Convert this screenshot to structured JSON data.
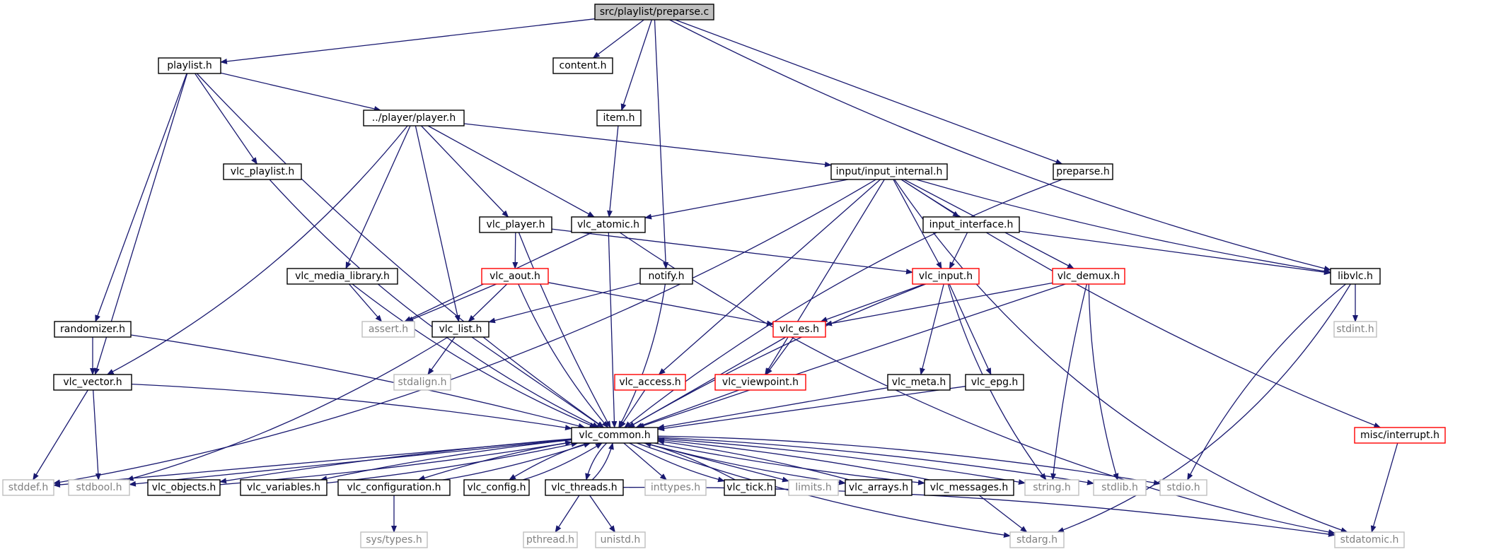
{
  "graph": {
    "colors": {
      "root_fill": "#bfbfbf",
      "normal_stroke": "#000000",
      "warning_stroke": "#ff0000",
      "system_stroke": "#bfbfbf",
      "system_text": "#808080",
      "edge": "#191970"
    },
    "nodes": [
      {
        "id": "root",
        "label": "src/playlist/preparse.c",
        "kind": "root"
      },
      {
        "id": "playlist_h",
        "label": "playlist.h",
        "kind": "normal"
      },
      {
        "id": "content_h",
        "label": "content.h",
        "kind": "normal"
      },
      {
        "id": "item_h",
        "label": "item.h",
        "kind": "normal"
      },
      {
        "id": "player_h",
        "label": "../player/player.h",
        "kind": "normal"
      },
      {
        "id": "vlc_playlist_h",
        "label": "vlc_playlist.h",
        "kind": "normal"
      },
      {
        "id": "input_internal_h",
        "label": "input/input_internal.h",
        "kind": "normal"
      },
      {
        "id": "preparse_h",
        "label": "preparse.h",
        "kind": "normal"
      },
      {
        "id": "vlc_player_h",
        "label": "vlc_player.h",
        "kind": "normal"
      },
      {
        "id": "vlc_atomic_h",
        "label": "vlc_atomic.h",
        "kind": "normal"
      },
      {
        "id": "input_interface_h",
        "label": "input_interface.h",
        "kind": "normal"
      },
      {
        "id": "libvlc_h",
        "label": "libvlc.h",
        "kind": "normal"
      },
      {
        "id": "vlc_media_library_h",
        "label": "vlc_media_library.h",
        "kind": "normal"
      },
      {
        "id": "vlc_aout_h",
        "label": "vlc_aout.h",
        "kind": "warning"
      },
      {
        "id": "notify_h",
        "label": "notify.h",
        "kind": "normal"
      },
      {
        "id": "vlc_input_h",
        "label": "vlc_input.h",
        "kind": "warning"
      },
      {
        "id": "vlc_demux_h",
        "label": "vlc_demux.h",
        "kind": "warning"
      },
      {
        "id": "randomizer_h",
        "label": "randomizer.h",
        "kind": "normal"
      },
      {
        "id": "assert_h",
        "label": "assert.h",
        "kind": "system"
      },
      {
        "id": "vlc_list_h",
        "label": "vlc_list.h",
        "kind": "normal"
      },
      {
        "id": "vlc_es_h",
        "label": "vlc_es.h",
        "kind": "warning"
      },
      {
        "id": "stdint_h",
        "label": "stdint.h",
        "kind": "system"
      },
      {
        "id": "vlc_vector_h",
        "label": "vlc_vector.h",
        "kind": "normal"
      },
      {
        "id": "stdalign_h",
        "label": "stdalign.h",
        "kind": "system"
      },
      {
        "id": "vlc_access_h",
        "label": "vlc_access.h",
        "kind": "warning"
      },
      {
        "id": "vlc_viewpoint_h",
        "label": "vlc_viewpoint.h",
        "kind": "warning"
      },
      {
        "id": "vlc_meta_h",
        "label": "vlc_meta.h",
        "kind": "normal"
      },
      {
        "id": "vlc_epg_h",
        "label": "vlc_epg.h",
        "kind": "normal"
      },
      {
        "id": "vlc_common_h",
        "label": "vlc_common.h",
        "kind": "normal"
      },
      {
        "id": "misc_interrupt_h",
        "label": "misc/interrupt.h",
        "kind": "warning"
      },
      {
        "id": "stddef_h",
        "label": "stddef.h",
        "kind": "system"
      },
      {
        "id": "stdbool_h",
        "label": "stdbool.h",
        "kind": "system"
      },
      {
        "id": "vlc_objects_h",
        "label": "vlc_objects.h",
        "kind": "normal"
      },
      {
        "id": "vlc_variables_h",
        "label": "vlc_variables.h",
        "kind": "normal"
      },
      {
        "id": "vlc_configuration_h",
        "label": "vlc_configuration.h",
        "kind": "normal"
      },
      {
        "id": "vlc_config_h",
        "label": "vlc_config.h",
        "kind": "normal"
      },
      {
        "id": "vlc_threads_h",
        "label": "vlc_threads.h",
        "kind": "normal"
      },
      {
        "id": "inttypes_h",
        "label": "inttypes.h",
        "kind": "system"
      },
      {
        "id": "vlc_tick_h",
        "label": "vlc_tick.h",
        "kind": "normal"
      },
      {
        "id": "limits_h",
        "label": "limits.h",
        "kind": "system"
      },
      {
        "id": "vlc_arrays_h",
        "label": "vlc_arrays.h",
        "kind": "normal"
      },
      {
        "id": "vlc_messages_h",
        "label": "vlc_messages.h",
        "kind": "normal"
      },
      {
        "id": "string_h",
        "label": "string.h",
        "kind": "system"
      },
      {
        "id": "stdlib_h",
        "label": "stdlib.h",
        "kind": "system"
      },
      {
        "id": "stdio_h",
        "label": "stdio.h",
        "kind": "system"
      },
      {
        "id": "sys_types_h",
        "label": "sys/types.h",
        "kind": "system"
      },
      {
        "id": "pthread_h",
        "label": "pthread.h",
        "kind": "system"
      },
      {
        "id": "unistd_h",
        "label": "unistd.h",
        "kind": "system"
      },
      {
        "id": "stdarg_h",
        "label": "stdarg.h",
        "kind": "system"
      },
      {
        "id": "stdatomic_h",
        "label": "stdatomic.h",
        "kind": "system"
      }
    ],
    "edges": [
      [
        "root",
        "playlist_h"
      ],
      [
        "root",
        "content_h"
      ],
      [
        "root",
        "item_h"
      ],
      [
        "root",
        "notify_h"
      ],
      [
        "root",
        "preparse_h"
      ],
      [
        "root",
        "libvlc_h"
      ],
      [
        "playlist_h",
        "player_h"
      ],
      [
        "playlist_h",
        "vlc_playlist_h"
      ],
      [
        "playlist_h",
        "randomizer_h"
      ],
      [
        "playlist_h",
        "vlc_vector_h"
      ],
      [
        "playlist_h",
        "vlc_common_h"
      ],
      [
        "player_h",
        "input_internal_h"
      ],
      [
        "player_h",
        "vlc_player_h"
      ],
      [
        "player_h",
        "vlc_atomic_h"
      ],
      [
        "player_h",
        "vlc_media_library_h"
      ],
      [
        "player_h",
        "vlc_list_h"
      ],
      [
        "player_h",
        "vlc_vector_h"
      ],
      [
        "item_h",
        "vlc_atomic_h"
      ],
      [
        "vlc_playlist_h",
        "vlc_common_h"
      ],
      [
        "input_internal_h",
        "vlc_atomic_h"
      ],
      [
        "input_internal_h",
        "input_interface_h"
      ],
      [
        "input_internal_h",
        "libvlc_h"
      ],
      [
        "input_internal_h",
        "vlc_input_h"
      ],
      [
        "input_internal_h",
        "vlc_demux_h"
      ],
      [
        "input_internal_h",
        "vlc_access_h"
      ],
      [
        "input_internal_h",
        "vlc_viewpoint_h"
      ],
      [
        "input_internal_h",
        "misc_interrupt_h"
      ],
      [
        "input_internal_h",
        "stddef_h"
      ],
      [
        "input_internal_h",
        "stdatomic_h"
      ],
      [
        "preparse_h",
        "vlc_common_h"
      ],
      [
        "vlc_player_h",
        "vlc_aout_h"
      ],
      [
        "vlc_player_h",
        "vlc_input_h"
      ],
      [
        "vlc_player_h",
        "vlc_common_h"
      ],
      [
        "vlc_atomic_h",
        "assert_h"
      ],
      [
        "vlc_atomic_h",
        "vlc_common_h"
      ],
      [
        "vlc_atomic_h",
        "stdatomic_h"
      ],
      [
        "input_interface_h",
        "vlc_input_h"
      ],
      [
        "input_interface_h",
        "libvlc_h"
      ],
      [
        "libvlc_h",
        "stdint_h"
      ],
      [
        "libvlc_h",
        "stdio_h"
      ],
      [
        "libvlc_h",
        "stdarg_h"
      ],
      [
        "vlc_media_library_h",
        "assert_h"
      ],
      [
        "vlc_media_library_h",
        "vlc_common_h"
      ],
      [
        "vlc_aout_h",
        "assert_h"
      ],
      [
        "vlc_aout_h",
        "vlc_list_h"
      ],
      [
        "vlc_aout_h",
        "vlc_es_h"
      ],
      [
        "vlc_aout_h",
        "vlc_common_h"
      ],
      [
        "notify_h",
        "vlc_list_h"
      ],
      [
        "notify_h",
        "vlc_common_h"
      ],
      [
        "vlc_input_h",
        "vlc_es_h"
      ],
      [
        "vlc_input_h",
        "vlc_meta_h"
      ],
      [
        "vlc_input_h",
        "vlc_epg_h"
      ],
      [
        "vlc_input_h",
        "vlc_common_h"
      ],
      [
        "vlc_input_h",
        "string_h"
      ],
      [
        "vlc_demux_h",
        "vlc_es_h"
      ],
      [
        "vlc_demux_h",
        "vlc_common_h"
      ],
      [
        "vlc_demux_h",
        "string_h"
      ],
      [
        "vlc_demux_h",
        "stdlib_h"
      ],
      [
        "randomizer_h",
        "vlc_vector_h"
      ],
      [
        "randomizer_h",
        "vlc_common_h"
      ],
      [
        "vlc_list_h",
        "stdalign_h"
      ],
      [
        "vlc_list_h",
        "stdbool_h"
      ],
      [
        "vlc_list_h",
        "vlc_common_h"
      ],
      [
        "vlc_es_h",
        "vlc_viewpoint_h"
      ],
      [
        "vlc_es_h",
        "vlc_common_h"
      ],
      [
        "vlc_vector_h",
        "stddef_h"
      ],
      [
        "vlc_vector_h",
        "stdbool_h"
      ],
      [
        "vlc_vector_h",
        "vlc_common_h"
      ],
      [
        "vlc_access_h",
        "vlc_common_h"
      ],
      [
        "vlc_viewpoint_h",
        "vlc_common_h"
      ],
      [
        "vlc_meta_h",
        "vlc_common_h"
      ],
      [
        "vlc_epg_h",
        "vlc_common_h"
      ],
      [
        "misc_interrupt_h",
        "stdatomic_h"
      ],
      [
        "vlc_common_h",
        "stddef_h"
      ],
      [
        "vlc_common_h",
        "stdbool_h"
      ],
      [
        "vlc_common_h",
        "vlc_objects_h"
      ],
      [
        "vlc_common_h",
        "vlc_variables_h"
      ],
      [
        "vlc_common_h",
        "vlc_configuration_h"
      ],
      [
        "vlc_common_h",
        "vlc_config_h"
      ],
      [
        "vlc_common_h",
        "vlc_threads_h"
      ],
      [
        "vlc_common_h",
        "inttypes_h"
      ],
      [
        "vlc_common_h",
        "vlc_tick_h"
      ],
      [
        "vlc_common_h",
        "limits_h"
      ],
      [
        "vlc_common_h",
        "vlc_arrays_h"
      ],
      [
        "vlc_common_h",
        "vlc_messages_h"
      ],
      [
        "vlc_common_h",
        "string_h"
      ],
      [
        "vlc_common_h",
        "stdlib_h"
      ],
      [
        "vlc_common_h",
        "stdio_h"
      ],
      [
        "vlc_common_h",
        "stdarg_h"
      ],
      [
        "vlc_objects_h",
        "vlc_common_h"
      ],
      [
        "vlc_variables_h",
        "vlc_common_h"
      ],
      [
        "vlc_configuration_h",
        "vlc_common_h"
      ],
      [
        "vlc_config_h",
        "vlc_common_h"
      ],
      [
        "vlc_threads_h",
        "vlc_common_h"
      ],
      [
        "vlc_tick_h",
        "vlc_common_h"
      ],
      [
        "vlc_arrays_h",
        "vlc_common_h"
      ],
      [
        "vlc_messages_h",
        "vlc_common_h"
      ],
      [
        "vlc_configuration_h",
        "sys_types_h"
      ],
      [
        "vlc_threads_h",
        "pthread_h"
      ],
      [
        "vlc_threads_h",
        "unistd_h"
      ],
      [
        "vlc_threads_h",
        "stdatomic_h"
      ],
      [
        "vlc_messages_h",
        "stdarg_h"
      ]
    ]
  }
}
